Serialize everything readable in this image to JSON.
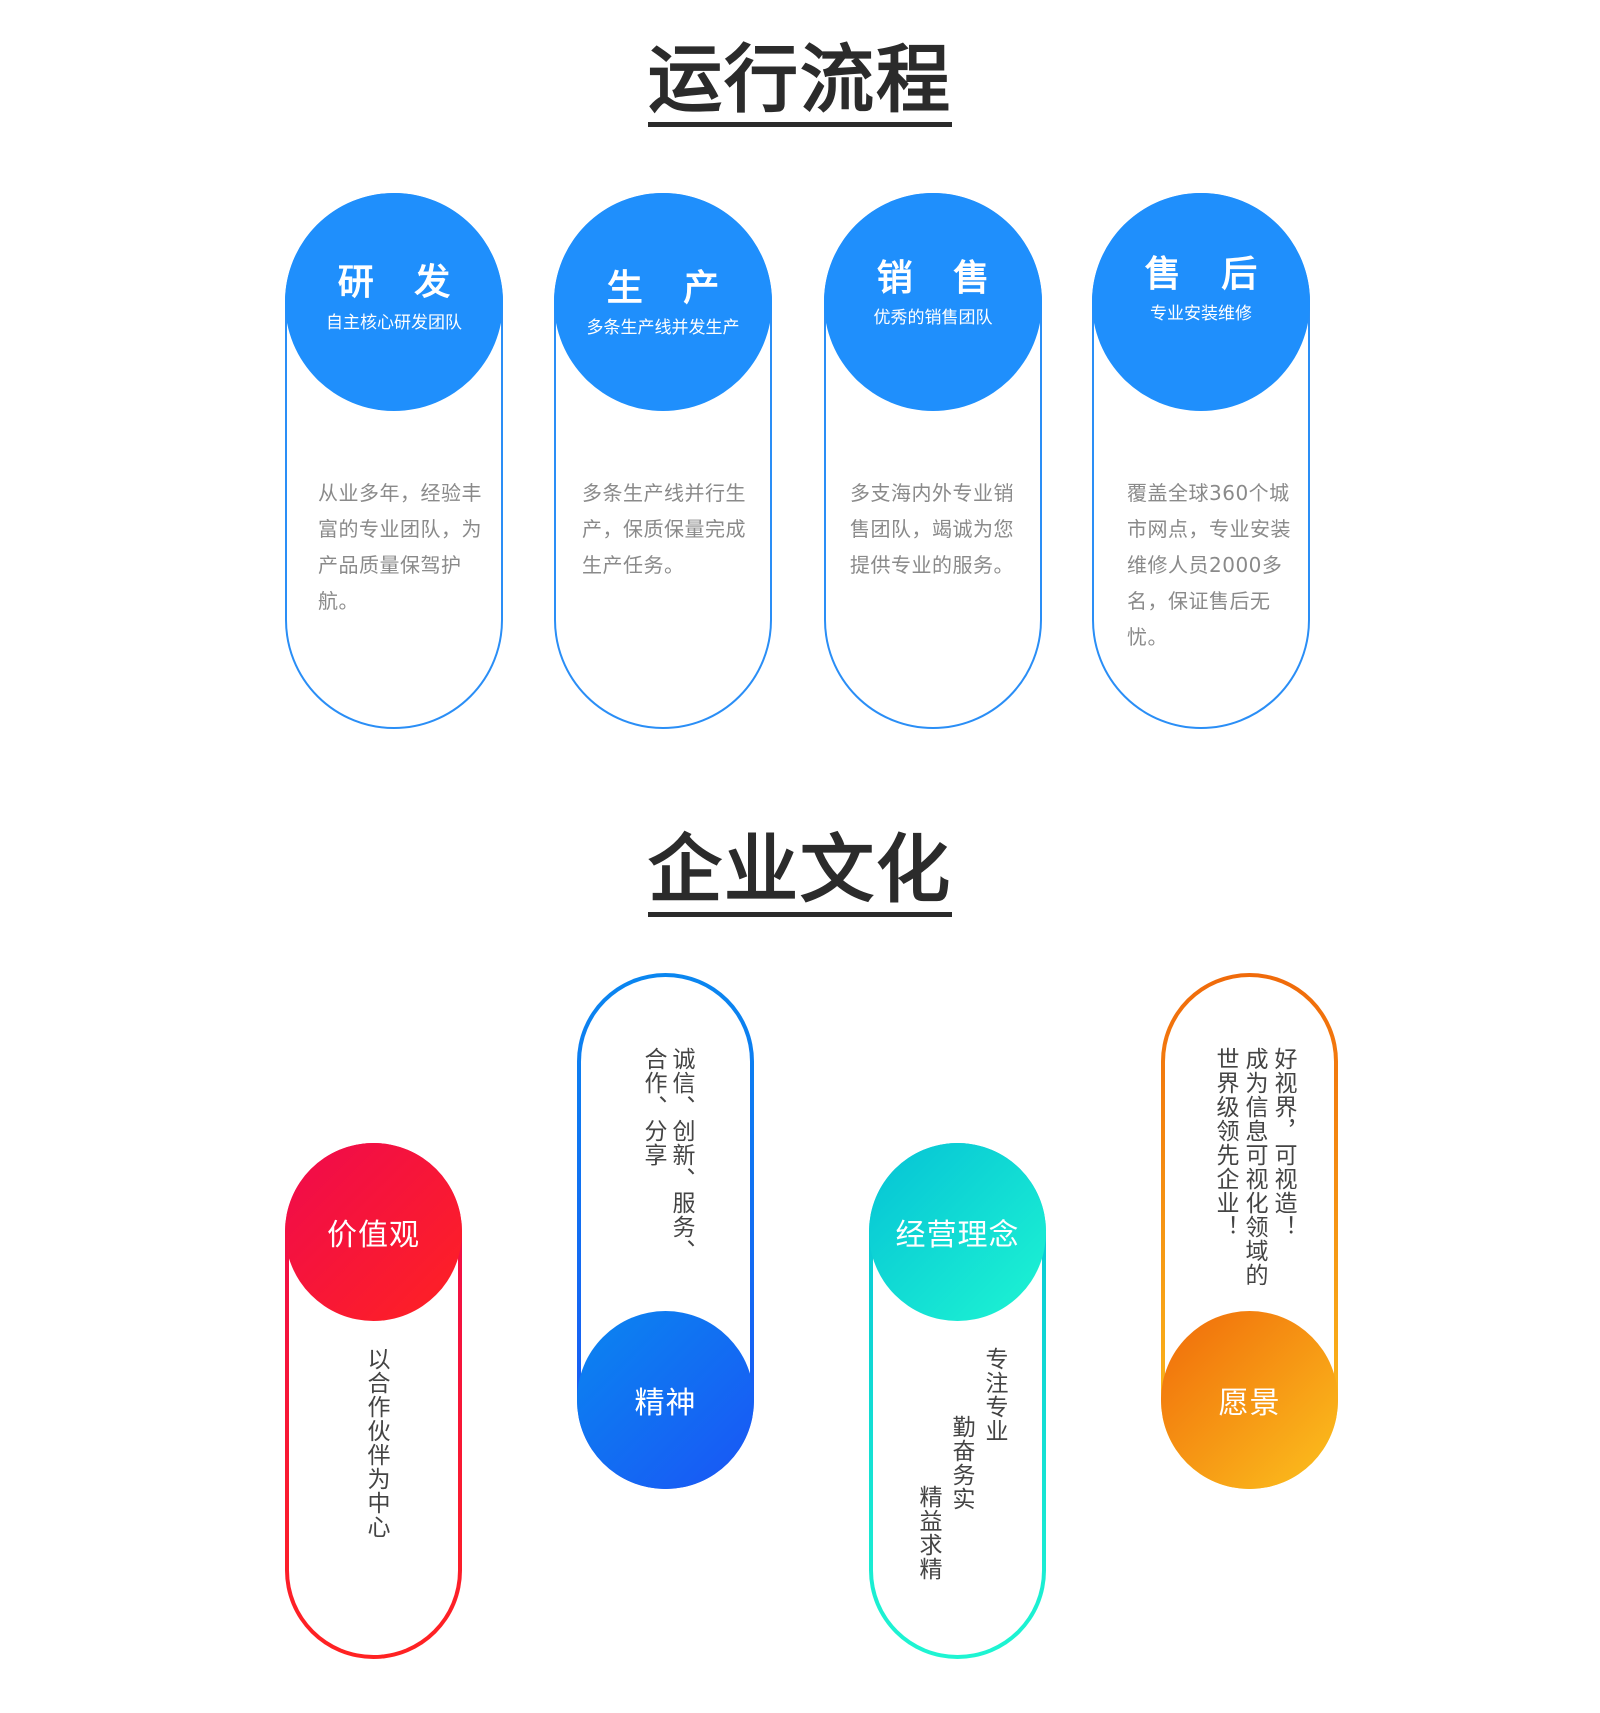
{
  "process": {
    "title": "运行流程",
    "cards": [
      {
        "heading": "研 发",
        "subtitle": "自主核心研发团队",
        "body": "从业多年，经验丰富的专业团队，为产品质量保驾护航。"
      },
      {
        "heading": "生 产",
        "subtitle": "多条生产线并发生产",
        "body": "多条生产线并行生产，保质保量完成生产任务。"
      },
      {
        "heading": "销 售",
        "subtitle": "优秀的销售团队",
        "body": "多支海内外专业销售团队，竭诚为您提供专业的服务。"
      },
      {
        "heading": "售 后",
        "subtitle": "专业安装维修",
        "body": "覆盖全球360个城市网点，专业安装维修人员2000多名，保证售后无忧。"
      }
    ],
    "accent": "#1f8ffc"
  },
  "culture": {
    "title": "企业文化",
    "items": [
      {
        "label": "价值观",
        "lines": [
          "以合作伙伴为中心"
        ],
        "colors": [
          "#ef0a4d",
          "#ff2222"
        ]
      },
      {
        "label": "精神",
        "lines": [
          "诚信、创新、服务、",
          "合作、分享"
        ],
        "colors": [
          "#0a86f0",
          "#1a55f5"
        ]
      },
      {
        "label": "经营理念",
        "lines": [
          "专注专业",
          "勤奋务实",
          "精益求精"
        ],
        "colors": [
          "#05c2d6",
          "#1ef5d2"
        ]
      },
      {
        "label": "愿景",
        "lines": [
          "好视界，可视造！",
          "成为信息可视化领域的",
          "世界级领先企业！"
        ],
        "colors": [
          "#f06a0a",
          "#fcc21e"
        ]
      }
    ]
  }
}
